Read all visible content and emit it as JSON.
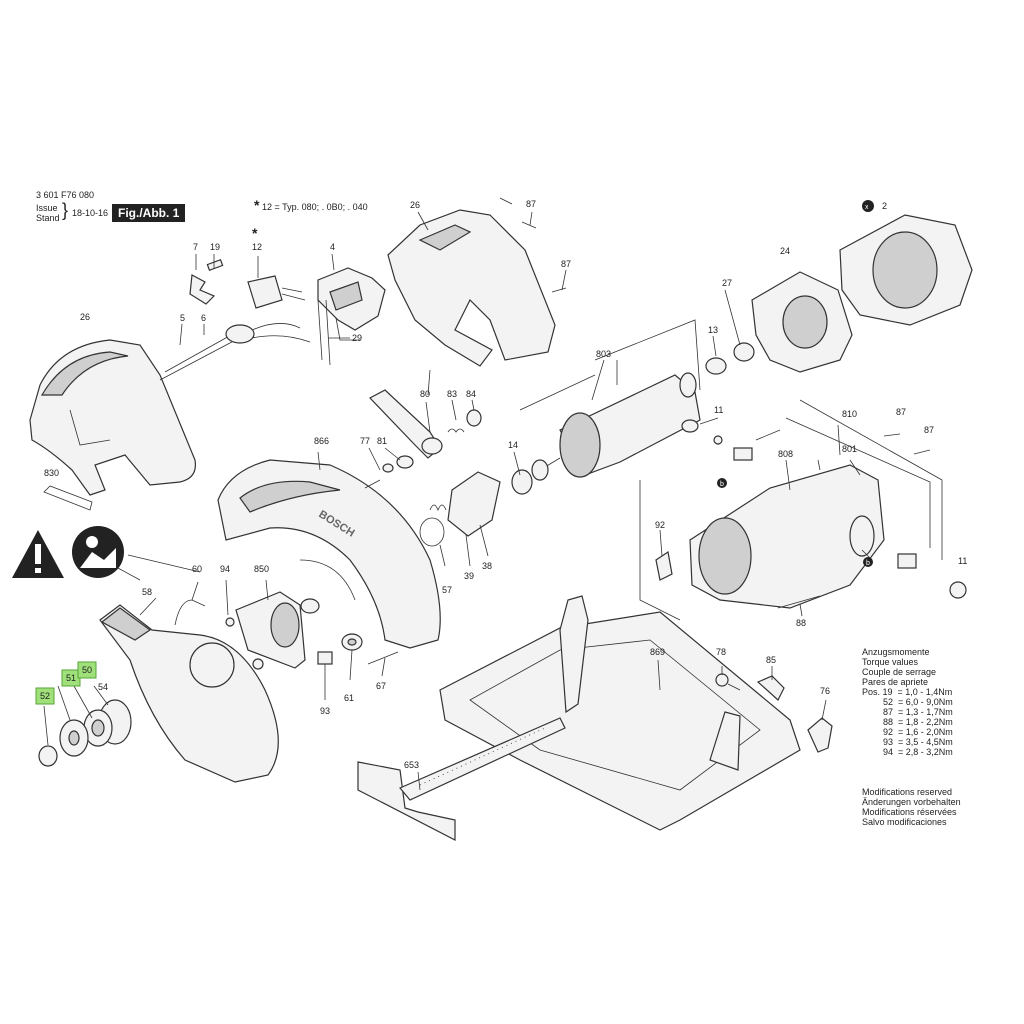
{
  "header": {
    "doc_number": "3 601 F76 080",
    "issue_label": "Issue",
    "stand_label": "Stand",
    "issue_date": "18-10-16",
    "figure_label": "Fig./Abb. 1",
    "typ_star": "*",
    "typ_note": "12 = Typ. 080; . 0B0; . 040"
  },
  "labels": {
    "l2": "2",
    "l4": "4",
    "l5": "5",
    "l6": "6",
    "l7": "7",
    "l11a": "11",
    "l11b": "11",
    "l12": "12",
    "l12star": "*",
    "l13": "13",
    "l14": "14",
    "l19": "19",
    "l24": "24",
    "l26a": "26",
    "l26b": "26",
    "l27": "27",
    "l29": "29",
    "l38": "38",
    "l39": "39",
    "l50": "50",
    "l51": "51",
    "l52": "52",
    "l54": "54",
    "l57": "57",
    "l58": "58",
    "l60": "60",
    "l61": "61",
    "l67": "67",
    "l76": "76",
    "l77": "77",
    "l78": "78",
    "l80": "80",
    "l81": "81",
    "l83": "83",
    "l84": "84",
    "l85": "85",
    "l87a": "87",
    "l87b": "87",
    "l87c": "87",
    "l87d": "87",
    "l88": "88",
    "l92": "92",
    "l93": "93",
    "l94": "94",
    "l653": "653",
    "l801": "801",
    "l803": "803",
    "l808": "808",
    "l810": "810",
    "l830": "830",
    "l850": "850",
    "l866": "866",
    "l869": "869",
    "brand": "BOSCH",
    "marker_b1": "b",
    "marker_b2": "b",
    "marker_x": "x"
  },
  "torque": {
    "title_de": "Anzugsmomente",
    "title_en": "Torque values",
    "title_fr": "Couple de serrage",
    "title_es": "Pares de apriete",
    "rows": [
      "Pos. 19  = 1,0 - 1,4Nm",
      "52  = 6,0 - 9,0Nm",
      "87  = 1,3 - 1,7Nm",
      "88  = 1,8 - 2,2Nm",
      "92  = 1,6 - 2,0Nm",
      "93  = 3,5 - 4,5Nm",
      "94  = 2,8 - 3,2Nm"
    ]
  },
  "modifications": {
    "en": "Modifications reserved",
    "de": "Änderungen vorbehalten",
    "fr": "Modifications réservées",
    "es": "Salvo modificaciones"
  },
  "colors": {
    "highlight": "#9fe07a",
    "ink": "#222222"
  },
  "icons": [
    "warning-triangle-icon",
    "read-manual-icon"
  ]
}
